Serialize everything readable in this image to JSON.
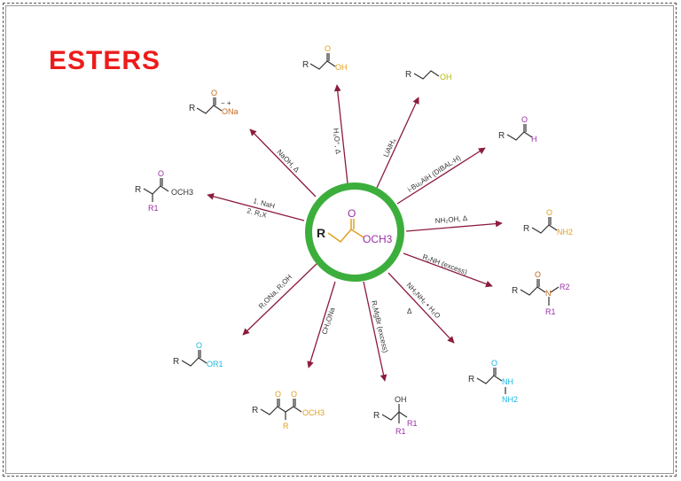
{
  "title": "ESTERS",
  "colors": {
    "arrow": "#8b1c3c",
    "ring": "#3cae3c",
    "purple": "#9b2fa6",
    "orange": "#e0a020",
    "olive": "#b5b800",
    "cyan": "#1ab6e0",
    "brown": "#c0691f",
    "dark": "#333333"
  },
  "center": {
    "r_label": "R",
    "och3_label": "OCH3",
    "carbonyl_o": "O"
  },
  "reactions": {
    "naoh": {
      "reagent": "NaOH, Δ",
      "product_o": "O",
      "product_ona": "ONa",
      "charges": "− +",
      "r_label": "R"
    },
    "hydrolysis": {
      "reagent": "H₃O⁺, Δ",
      "product_o": "O",
      "product_oh": "OH",
      "r_label": "R"
    },
    "lialh4": {
      "reagent": "LiAlH₄",
      "product_oh": "OH",
      "r_label": "R"
    },
    "dibal": {
      "reagent": "i-Bu₂AlH (DIBAL-H)",
      "product_o": "O",
      "product_h": "H",
      "r_label": "R"
    },
    "nh2oh": {
      "reagent": "NH₂OH, Δ",
      "product_o": "O",
      "product_nh2": "NH2",
      "r_label": "R"
    },
    "r2nh": {
      "reagent": "R₂NH (excess)",
      "product_o": "O",
      "product_n": "N",
      "r2": "R2",
      "r1": "R1",
      "r_label": "R"
    },
    "hydrazine": {
      "reagent1": "NH₂NH₂ • H₂O",
      "reagent2": "Δ",
      "product_o": "O",
      "product_nh": "NH",
      "product_nh2": "NH2",
      "r_label": "R"
    },
    "grignard": {
      "reagent": "R₁MgBr (excess)",
      "product_oh": "OH",
      "r1a": "R1",
      "r1b": "R1",
      "r_label": "R"
    },
    "claisen": {
      "reagent": "CH₃ONa",
      "o1": "O",
      "o2": "O",
      "och3": "OCH3",
      "r_sub": "R",
      "r_label": "R"
    },
    "transester": {
      "reagent": "R₁ONa, R₁OH",
      "product_o": "O",
      "product_or1": "OR1",
      "r_label": "R"
    },
    "alkylation": {
      "reagent1": "1. NaH",
      "reagent2": "2. R₁X",
      "product_o": "O",
      "product_och3": "OCH3",
      "r1": "R1",
      "r_label": "R"
    }
  }
}
